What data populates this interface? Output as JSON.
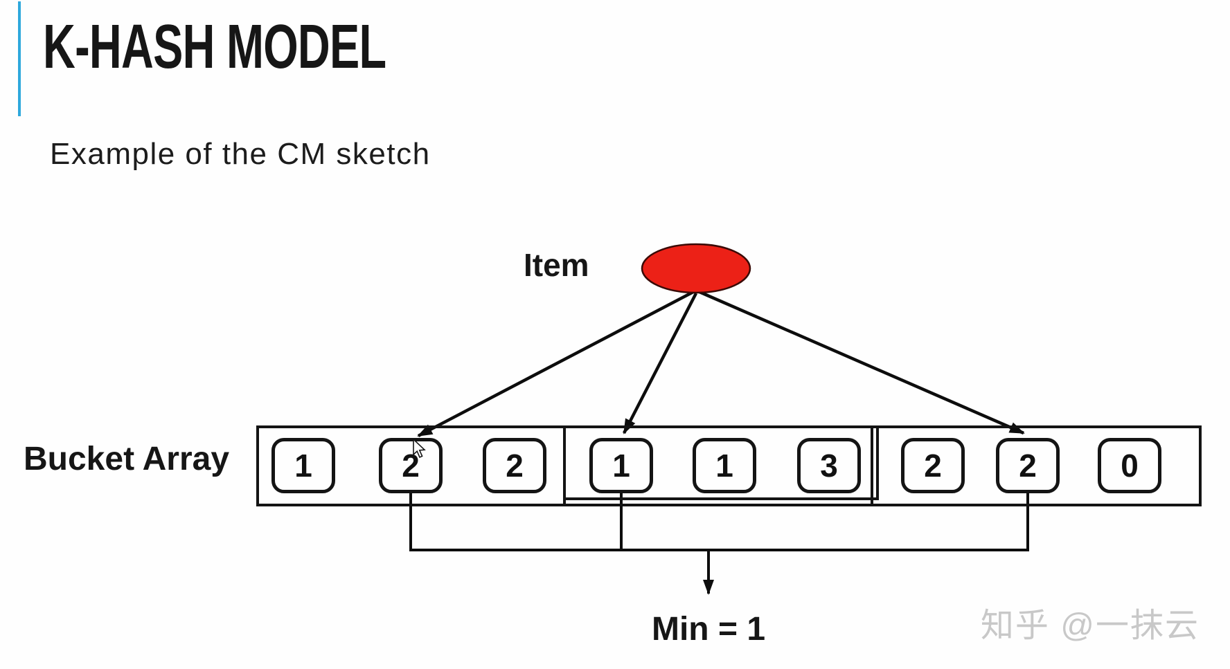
{
  "slide": {
    "title": "K-HASH MODEL",
    "subtitle": "Example of the CM sketch",
    "accent_bar_color": "#2FA8DC",
    "background_color": "#FEFEFE",
    "text_color": "#161616"
  },
  "diagram": {
    "item_label": "Item",
    "item_ellipse_color": "#EC2117",
    "line_color": "#0D0D0D",
    "bucket_array_label": "Bucket Array",
    "cells": [
      "1",
      "2",
      "2",
      "1",
      "1",
      "3",
      "2",
      "2",
      "0"
    ],
    "segment_cell_counts": [
      3,
      3,
      3
    ],
    "hashed_cell_indexes": [
      1,
      3,
      7
    ],
    "hashed_cell_values": [
      "2",
      "1",
      "2"
    ],
    "min_label": "Min = 1"
  },
  "watermark": {
    "text": "知乎 @一抹云",
    "color": "#C8C8C8"
  }
}
